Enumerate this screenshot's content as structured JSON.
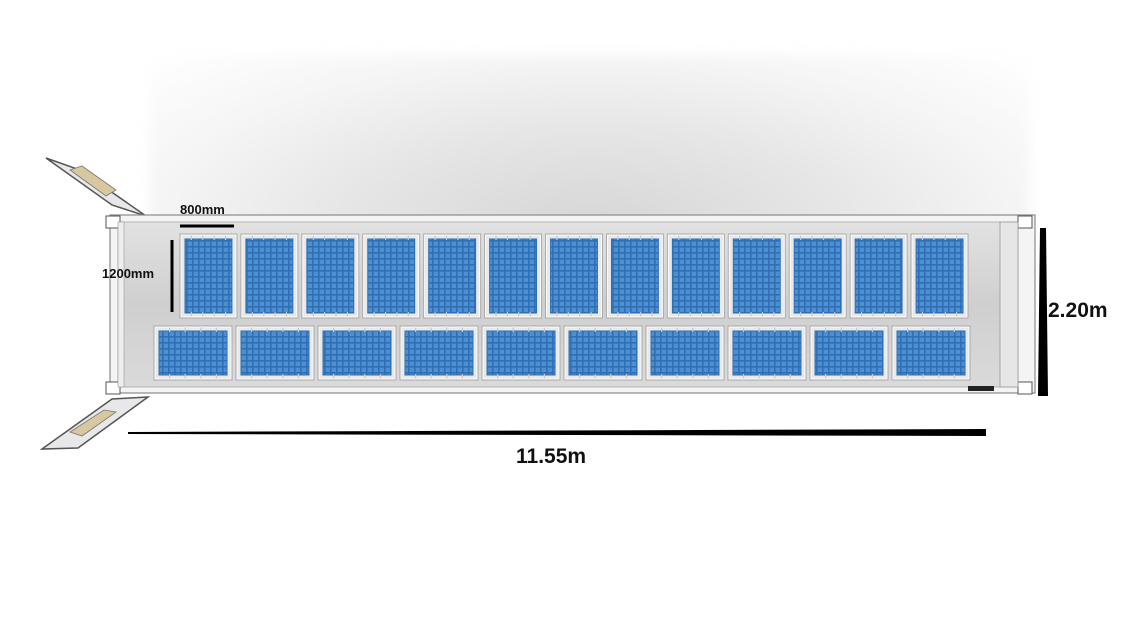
{
  "dimensions": {
    "pallet_width": "800mm",
    "pallet_length": "1200mm",
    "container_width": "2.20m",
    "container_length": "11.55m"
  },
  "layout": {
    "top_row_cages": 13,
    "bottom_row_cages": 10
  },
  "colors": {
    "tray_blue": "#4d8fd1",
    "tray_blue_dark": "#2f6fb3",
    "cage_wire": "#c9c9c9",
    "container_floor": "#d4d4d4",
    "dimension_line": "#000000"
  }
}
